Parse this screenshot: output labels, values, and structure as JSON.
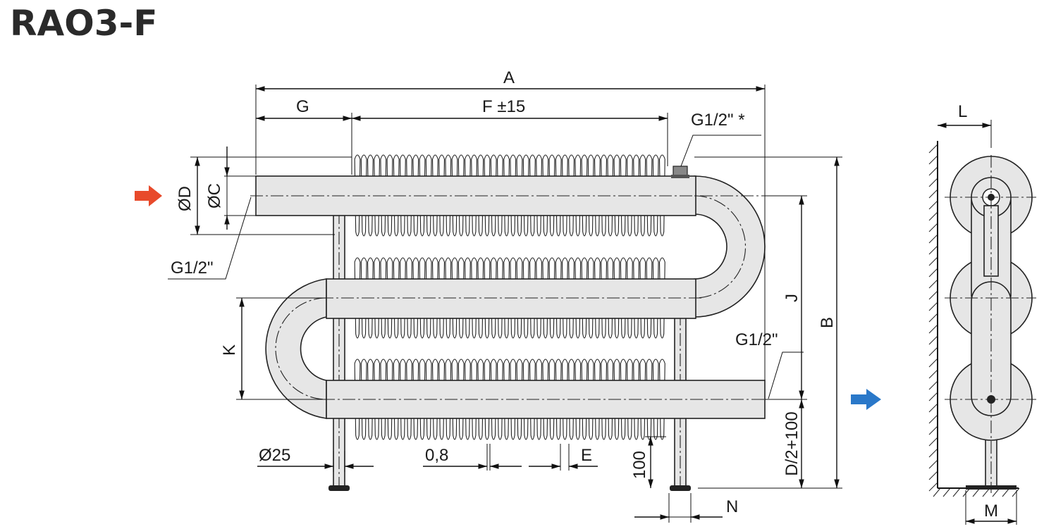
{
  "title": "RAO3-F",
  "labels": {
    "A": "A",
    "F": "F ±15",
    "G": "G",
    "G12_top": "G1/2\" *",
    "D": "ØD",
    "C": "ØC",
    "G12_left": "G1/2\"",
    "J": "J",
    "B": "B",
    "K": "K",
    "G12_right": "G1/2\"",
    "D25": "Ø25",
    "t08": "0,8",
    "E": "E",
    "h100": "100",
    "D2": "D/2+100",
    "N": "N",
    "L": "L",
    "M": "M"
  },
  "colors": {
    "inlet_arrow": "#e84a2b",
    "outlet_arrow": "#2a78c9"
  }
}
